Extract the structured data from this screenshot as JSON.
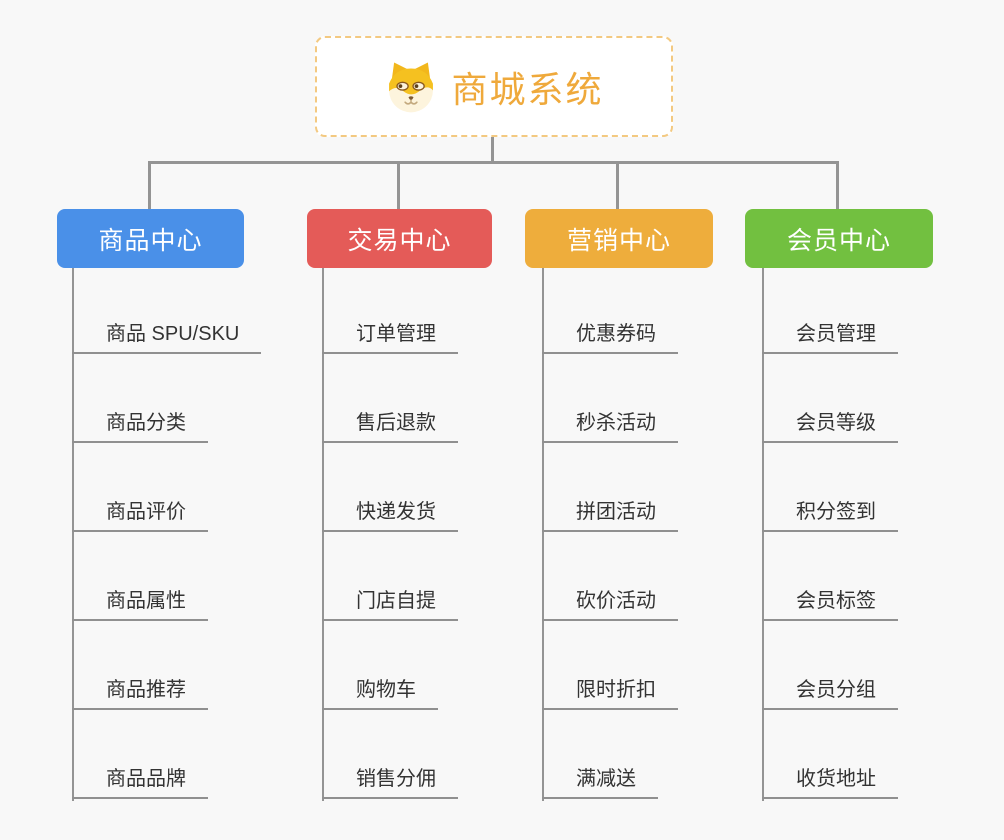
{
  "canvas": {
    "background": "#f8f8f8",
    "connector_color": "#949494"
  },
  "root": {
    "title": "商城系统",
    "icon": "dog-face-icon",
    "text_color": "#efa93b",
    "border_color": "#f3c981",
    "background": "#ffffff"
  },
  "branches": [
    {
      "label": "商品中心",
      "color": "#4a90e8",
      "children": [
        "商品 SPU/SKU",
        "商品分类",
        "商品评价",
        "商品属性",
        "商品推荐",
        "商品品牌"
      ]
    },
    {
      "label": "交易中心",
      "color": "#e45b58",
      "children": [
        "订单管理",
        "售后退款",
        "快递发货",
        "门店自提",
        "购物车",
        "销售分佣"
      ]
    },
    {
      "label": "营销中心",
      "color": "#eead3c",
      "children": [
        "优惠券码",
        "秒杀活动",
        "拼团活动",
        "砍价活动",
        "限时折扣",
        "满减送"
      ]
    },
    {
      "label": "会员中心",
      "color": "#72c040",
      "children": [
        "会员管理",
        "会员等级",
        "积分签到",
        "会员标签",
        "会员分组",
        "收货地址"
      ]
    }
  ]
}
